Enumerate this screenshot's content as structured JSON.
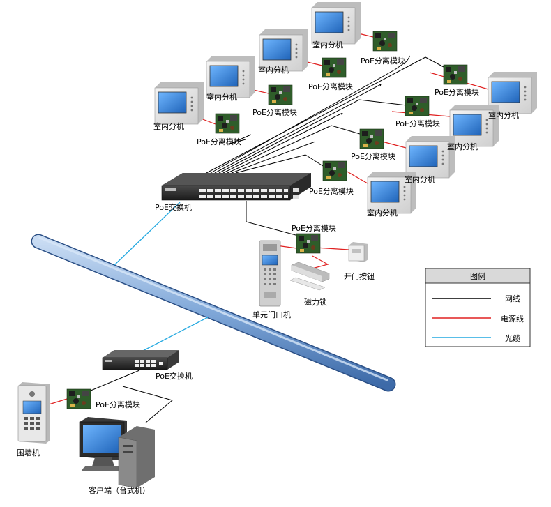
{
  "labels": {
    "indoor_unit": "室内分机",
    "poe_module": "PoE分离模块",
    "poe_switch": "PoE交换机",
    "unlock_button": "开门按钮",
    "magnetic_lock": "磁力锁",
    "unit_door_station": "单元门口机",
    "wall_station": "围墙机",
    "client_desktop": "客户端（台式机）"
  },
  "legend": {
    "title": "图例",
    "items": [
      {
        "label": "网线",
        "color": "#000000"
      },
      {
        "label": "电源线",
        "color": "#e02020"
      },
      {
        "label": "光缆",
        "color": "#22a8e0"
      }
    ]
  },
  "colors": {
    "network": "#000000",
    "power": "#e02020",
    "fiber": "#22a8e0",
    "pipe": "#7fa7d8",
    "screen": "#2f82d6"
  }
}
